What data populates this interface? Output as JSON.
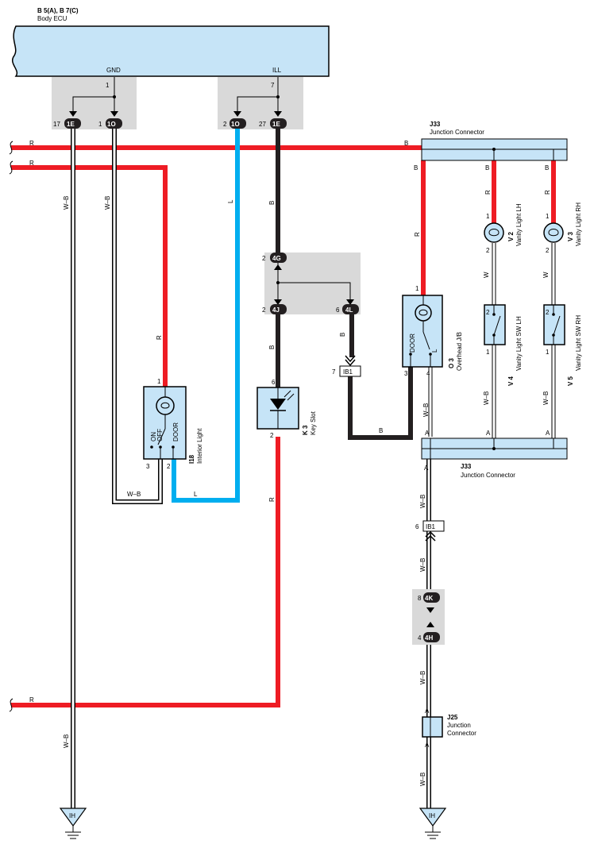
{
  "ecu": {
    "id": "B 5(A), B 7(C)",
    "name": "Body ECU",
    "gnd_label": "GND",
    "ill_label": "ILL",
    "gnd_pin": "1",
    "ill_pin": "7"
  },
  "ecu_connectors": [
    {
      "pin": "17",
      "code": "1E"
    },
    {
      "pin": "1",
      "code": "1O"
    },
    {
      "pin": "2",
      "code": "1O"
    },
    {
      "pin": "27",
      "code": "1E"
    }
  ],
  "wire_colors": {
    "red": "#ee1c24",
    "blue": "#00aeef",
    "black": "#231f20",
    "white_black": "#ffffff",
    "panel": "#c6e4f7",
    "shade": "#d9d9d9"
  },
  "wire_labels": {
    "r": "R",
    "wb": "W–B",
    "l": "L",
    "b": "B",
    "w": "W"
  },
  "j33_top": {
    "id": "J33",
    "name": "Junction Connector",
    "pin_in": "B",
    "pin_b1": "B",
    "pin_b2": "B",
    "pin_b3": "B"
  },
  "j33_bottom": {
    "id": "J33",
    "name": "Junction Connector",
    "pin_a1": "A",
    "pin_a2": "A",
    "pin_a3": "A",
    "pin_a4": "A"
  },
  "v2": {
    "id": "V 2",
    "name": "Vanity Light LH",
    "pin1": "1",
    "pin2": "2"
  },
  "v3": {
    "id": "V 3",
    "name": "Vanity Light RH",
    "pin1": "1",
    "pin2": "2"
  },
  "v4": {
    "id": "V 4",
    "name": "Vanity Light SW LH",
    "pin2": "2",
    "pin1": "1"
  },
  "v5": {
    "id": "V 5",
    "name": "Vanity Light SW RH",
    "pin2": "2",
    "pin1": "1"
  },
  "o3": {
    "id": "O 3",
    "name": "Overhead J/B",
    "door": "DOOR",
    "l": "L",
    "pin1": "1",
    "pin3": "3",
    "pin4": "4"
  },
  "i18": {
    "id": "I18",
    "name": "Interior Light",
    "on": "ON",
    "off": "OFF",
    "door": "DOOR",
    "pin1": "1",
    "pin3": "3",
    "pin2": "2"
  },
  "k3": {
    "id": "K 3",
    "name": "Key Slot",
    "pin6": "6",
    "pin2": "2"
  },
  "junction_4g": {
    "pin": "2",
    "code": "4G"
  },
  "junction_4j": {
    "pin": "2",
    "code": "4J"
  },
  "junction_4l": {
    "pin": "6",
    "code": "4L"
  },
  "ib1_a": {
    "pin": "7",
    "code": "IB1"
  },
  "ib1_b": {
    "pin": "6",
    "code": "IB1"
  },
  "junction_4k": {
    "pin": "8",
    "code": "4K"
  },
  "junction_4h": {
    "pin": "4",
    "code": "4H"
  },
  "j25": {
    "id": "J25",
    "name_line1": "Junction",
    "name_line2": "Connector",
    "pin_top": "A",
    "pin_bottom": "A"
  },
  "ground_left": {
    "code": "IH"
  },
  "ground_right": {
    "code": "IH"
  }
}
